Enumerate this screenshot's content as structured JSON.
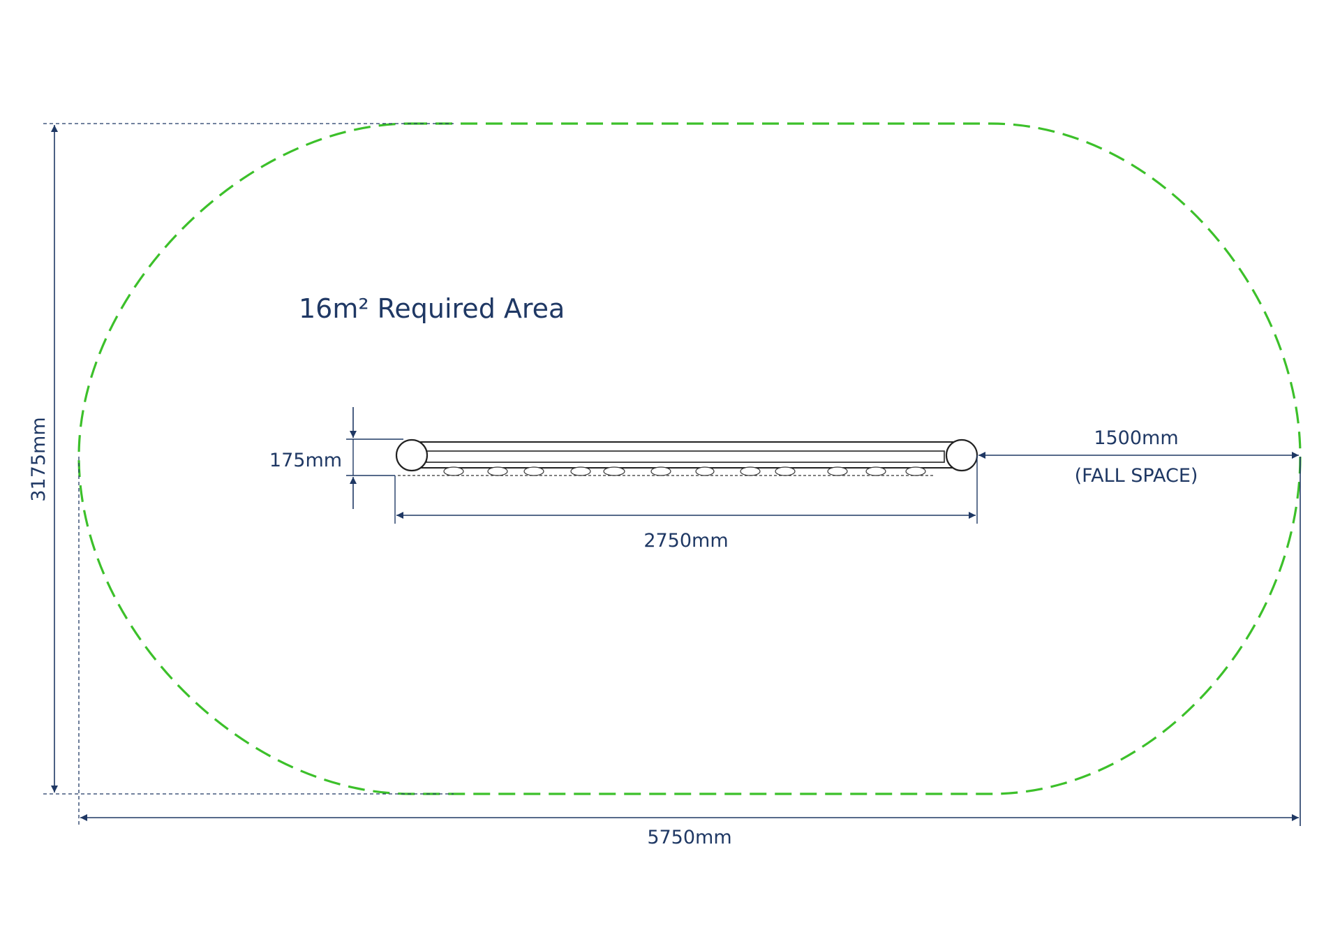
{
  "title": "16m² Required Area",
  "dimensions": {
    "overall_height": "3175mm",
    "overall_width": "5750mm",
    "equipment_length": "2750mm",
    "equipment_height": "175mm",
    "fall_space_distance": "1500mm",
    "fall_space_label": "(FALL SPACE)"
  },
  "colors": {
    "dimension_line": "#1f3864",
    "text": "#1f3864",
    "safety_zone": "#3cc02a",
    "equipment": "#222222"
  }
}
